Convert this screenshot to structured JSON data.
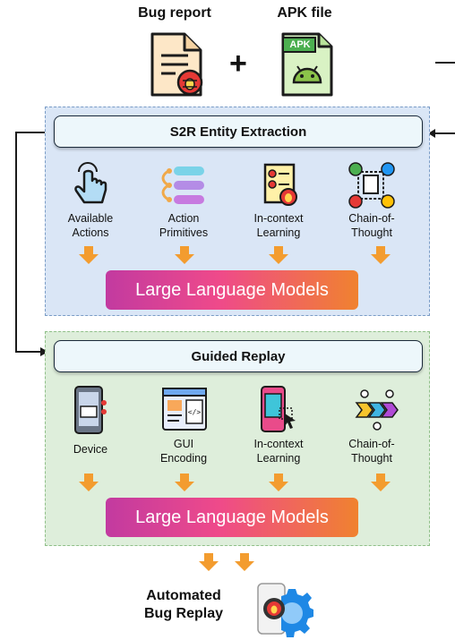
{
  "inputs": {
    "bug_report_label": "Bug report",
    "apk_label": "APK file",
    "apk_icon_text": "APK",
    "plus": "+"
  },
  "stage1": {
    "title": "S2R Entity Extraction",
    "items": [
      {
        "label": "Available\nActions",
        "icon": "hand-tap-icon"
      },
      {
        "label": "Action\nPrimitives",
        "icon": "list-options-icon"
      },
      {
        "label": "In-context\nLearning",
        "icon": "checklist-bug-icon"
      },
      {
        "label": "Chain-of-\nThought",
        "icon": "workflow-chain-icon"
      }
    ],
    "llm": "Large Language Models"
  },
  "stage2": {
    "title": "Guided Replay",
    "items": [
      {
        "label": "Device",
        "icon": "phone-apk-icon"
      },
      {
        "label": "GUI\nEncoding",
        "icon": "code-window-icon"
      },
      {
        "label": "In-context\nLearning",
        "icon": "phone-cursor-icon"
      },
      {
        "label": "Chain-of-\nThought",
        "icon": "chevron-steps-icon"
      }
    ],
    "llm": "Large Language Models"
  },
  "output": {
    "label": "Automated\nBug Replay",
    "icon": "bug-gear-icon"
  },
  "colors": {
    "arrow": "#f39c2f",
    "panel1": "#dae6f6",
    "panel2": "#deeedb",
    "llm_gradient": [
      "#c23aa0",
      "#ef4a8a",
      "#f0822f"
    ]
  }
}
